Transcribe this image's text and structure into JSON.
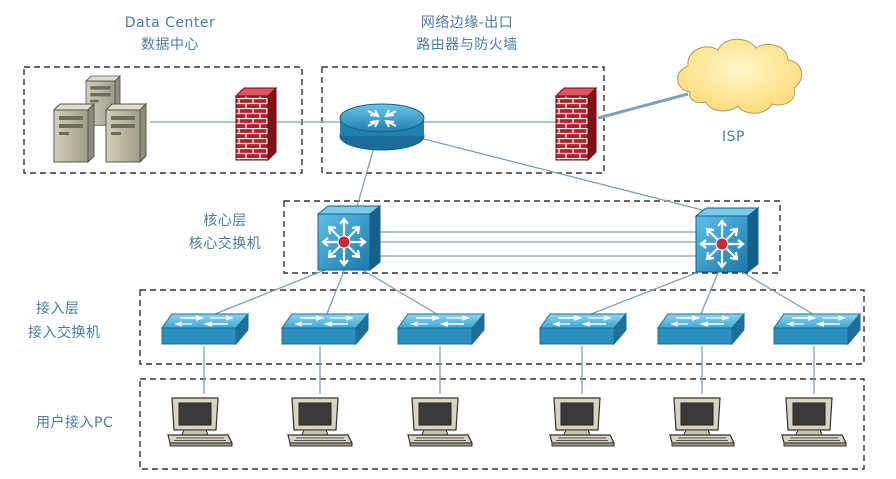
{
  "labels": {
    "datacenter_en": "Data Center",
    "datacenter_cn": "数据中心",
    "edge_line1": "网络边缘-出口",
    "edge_line2": "路由器与防火墙",
    "isp": "ISP",
    "core_line1": "核心层",
    "core_line2": "核心交换机",
    "access_line1": "接入层",
    "access_line2": "接入交换机",
    "pc": "用户接入PC"
  },
  "colors": {
    "label": "#4a7f9a",
    "dashed_box": "#333333",
    "link": "#7fa0b8",
    "device_blue": "#2a8fbf",
    "firewall_red": "#b3202a",
    "server_gray": "#b8b6a0",
    "cloud": "#ffe8a0"
  },
  "icons": [
    "server-icon",
    "firewall-icon",
    "router-icon",
    "cloud-icon",
    "core-switch-icon",
    "access-switch-icon",
    "pc-icon"
  ]
}
